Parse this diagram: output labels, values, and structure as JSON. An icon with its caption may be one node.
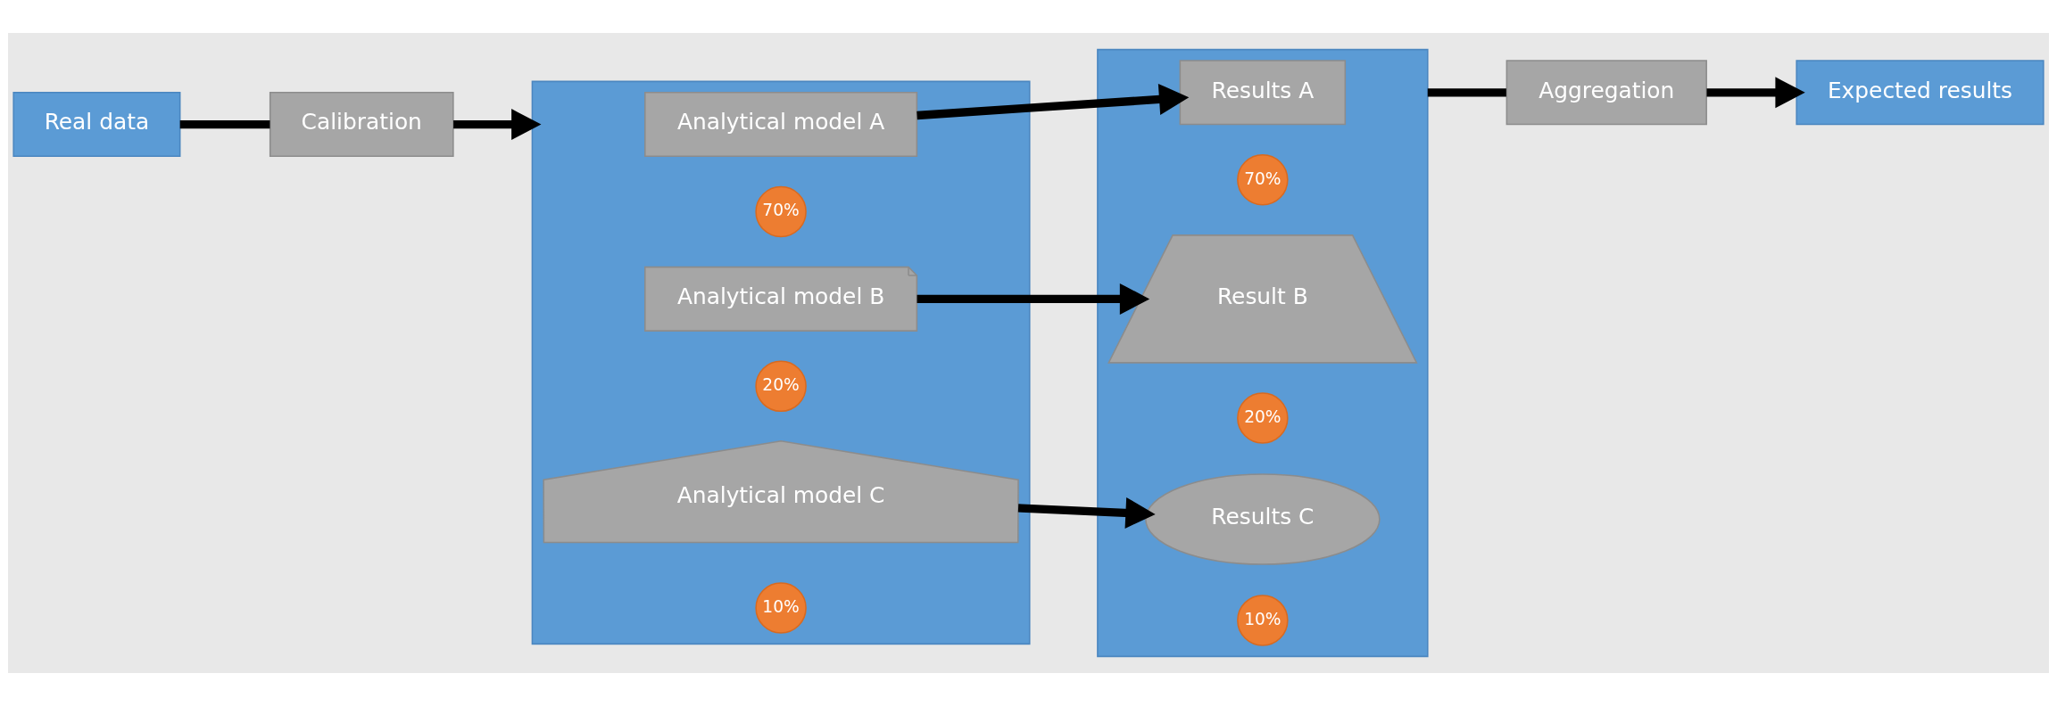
{
  "diagram": {
    "nodes": [
      {
        "text": [
          "Expected results"
        ]
      },
      {
        "text": [
          "Aggregation"
        ]
      },
      {
        "text": [],
        "shape": "box"
      },
      {
        "text": [
          "Results A"
        ],
        "in": 2
      },
      {
        "text": [
          "70%"
        ],
        "in": 2
      },
      {
        "text": [
          "Result B"
        ],
        "in": 2
      },
      {
        "text": [
          "20%"
        ],
        "in": 2
      },
      {
        "text": [
          "Results C"
        ],
        "in": 2
      },
      {
        "text": [
          "10%"
        ],
        "in": 2
      },
      {
        "text": [
          "Real data"
        ]
      },
      {
        "text": [
          "Calibration"
        ]
      },
      {
        "text": [],
        "shape": "box"
      },
      {
        "text": [
          "Analytical model A"
        ],
        "in": 11
      },
      {
        "text": [
          "70%"
        ],
        "in": 11
      },
      {
        "text": [
          "Analytical model B"
        ],
        "in": 11
      },
      {
        "text": [
          "20%"
        ],
        "in": 11
      },
      {
        "text": [
          "Analytical model C"
        ],
        "in": 11
      },
      {
        "text": [
          "10%"
        ],
        "in": 11
      }
    ],
    "edges": [
      {
        "from": 2,
        "to": 1,
        "arrow": "none"
      },
      {
        "from": 1,
        "to": 0,
        "arrow": "to"
      },
      {
        "from": 9,
        "to": 10,
        "arrow": "none"
      },
      {
        "from": 10,
        "to": 11,
        "arrow": "to"
      },
      {
        "from": 12,
        "to": 3,
        "arrow": "to"
      },
      {
        "from": 14,
        "to": 5,
        "arrow": "to"
      },
      {
        "from": 16,
        "to": 7,
        "arrow": "to"
      }
    ]
  }
}
